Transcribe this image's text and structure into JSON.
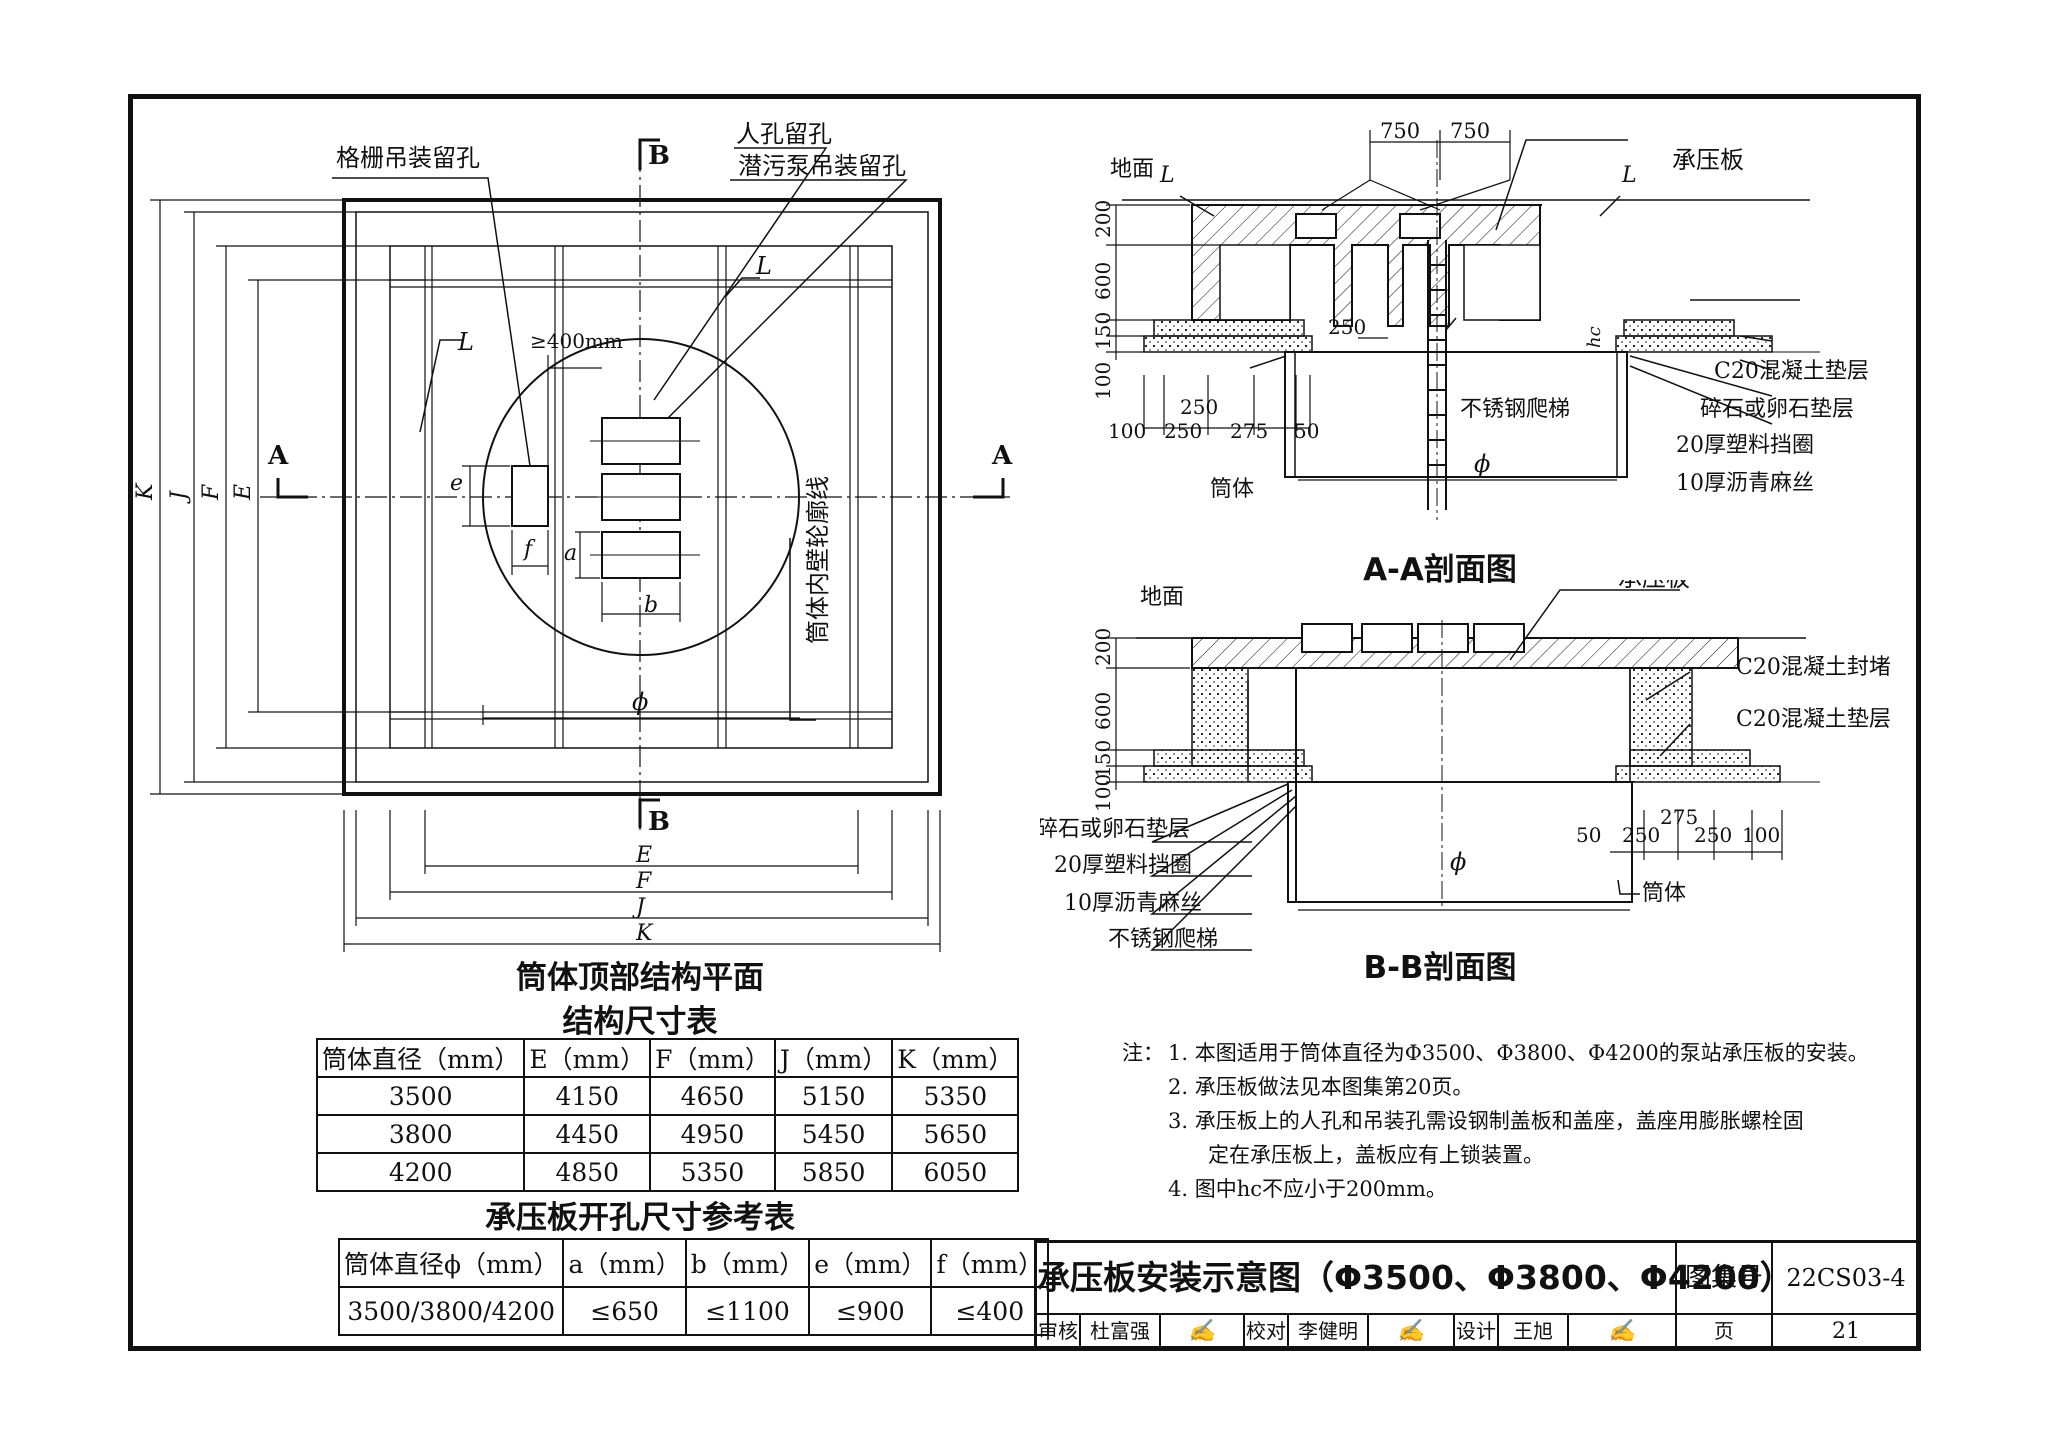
{
  "plan": {
    "title": "筒体顶部结构平面",
    "labels": {
      "grille_hole": "格栅吊装留孔",
      "manhole": "人孔留孔",
      "pump_hole": "潜污泵吊装留孔",
      "min_gap": "≥400mm",
      "inner_wall": "筒体内壁轮廓线",
      "L": "L",
      "A": "A",
      "B": "B",
      "E": "E",
      "F": "F",
      "J": "J",
      "K": "K",
      "a": "a",
      "b": "b",
      "e": "e",
      "f": "f",
      "phi": "ϕ"
    }
  },
  "section_aa": {
    "title": "A-A剖面图",
    "labels": {
      "ground": "地面",
      "plate": "承压板",
      "ladder": "不锈钢爬梯",
      "shell": "筒体",
      "c20_cushion": "C20混凝土垫层",
      "gravel": "碎石或卵石垫层",
      "plastic_ring": "20厚塑料挡圈",
      "asphalt": "10厚沥青麻丝",
      "hc": "hc",
      "L": "L",
      "phi": "ϕ"
    },
    "dims_top": [
      "750",
      "750"
    ],
    "dims_left": [
      "200",
      "600",
      "150",
      "100"
    ],
    "dim_250": "250",
    "dims_bottom": [
      "100",
      "250",
      "250",
      "275",
      "50"
    ]
  },
  "section_bb": {
    "title": "B-B剖面图",
    "labels": {
      "ground": "地面",
      "plate": "承压板",
      "c20_seal": "C20混凝土封堵",
      "c20_cushion": "C20混凝土垫层",
      "gravel": "碎石或卵石垫层",
      "plastic_ring": "20厚塑料挡圈",
      "asphalt": "10厚沥青麻丝",
      "ladder": "不锈钢爬梯",
      "shell": "筒体",
      "phi": "ϕ"
    },
    "dims_left": [
      "200",
      "600",
      "150",
      "100"
    ],
    "dims_bottom": [
      "50",
      "250",
      "275",
      "250",
      "100"
    ]
  },
  "struct_table": {
    "title": "结构尺寸表",
    "headers": [
      "筒体直径（mm）",
      "E（mm）",
      "F（mm）",
      "J（mm）",
      "K（mm）"
    ],
    "rows": [
      [
        "3500",
        "4150",
        "4650",
        "5150",
        "5350"
      ],
      [
        "3800",
        "4450",
        "4950",
        "5450",
        "5650"
      ],
      [
        "4200",
        "4850",
        "5350",
        "5850",
        "6050"
      ]
    ]
  },
  "hole_table": {
    "title": "承压板开孔尺寸参考表",
    "headers": [
      "筒体直径ϕ（mm）",
      "a（mm）",
      "b（mm）",
      "e（mm）",
      "f（mm）"
    ],
    "rows": [
      [
        "3500/3800/4200",
        "≤650",
        "≤1100",
        "≤900",
        "≤400"
      ]
    ]
  },
  "notes": {
    "prefix": "注：",
    "items": [
      "1.  本图适用于筒体直径为Φ3500、Φ3800、Φ4200的泵站承压板的安装。",
      "2.  承压板做法见本图集第20页。",
      "3.  承压板上的人孔和吊装孔需设钢制盖板和盖座，盖座用膨胀螺栓固",
      "定在承压板上，盖板应有上锁装置。",
      "4.  图中hc不应小于200mm。"
    ]
  },
  "title_block": {
    "title": "承压板安装示意图（Φ3500、Φ3800、Φ4200）",
    "atlas_label": "图集号",
    "atlas_no": "22CS03-4",
    "review_label": "审核",
    "reviewer": "杜富强",
    "check_label": "校对",
    "checker": "李健明",
    "design_label": "设计",
    "designer": "王旭",
    "page_label": "页",
    "page_no": "21"
  }
}
